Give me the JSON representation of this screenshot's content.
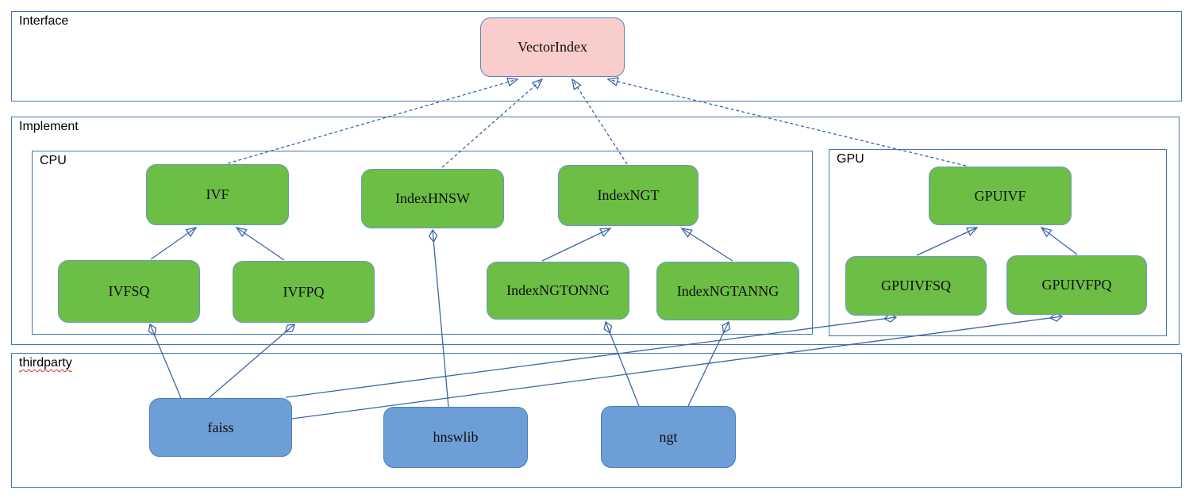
{
  "diagram": {
    "title_implied": "VectorIndex architecture diagram",
    "containers": {
      "interface": {
        "label": "Interface"
      },
      "implement": {
        "label": "Implement"
      },
      "cpu": {
        "label": "CPU"
      },
      "gpu": {
        "label": "GPU"
      },
      "thirdparty": {
        "label": "thirdparty",
        "spellcheck_underline": true
      }
    },
    "nodes": {
      "vectorindex": {
        "label": "VectorIndex",
        "kind": "interface",
        "fill": "#f8cdcb"
      },
      "ivf": {
        "label": "IVF",
        "kind": "class",
        "fill": "#6cbe45"
      },
      "indexhnsw": {
        "label": "IndexHNSW",
        "kind": "class",
        "fill": "#6cbe45"
      },
      "indexngt": {
        "label": "IndexNGT",
        "kind": "class",
        "fill": "#6cbe45"
      },
      "gpuivf": {
        "label": "GPUIVF",
        "kind": "class",
        "fill": "#6cbe45"
      },
      "ivfsq": {
        "label": "IVFSQ",
        "kind": "class",
        "fill": "#6cbe45"
      },
      "ivfpq": {
        "label": "IVFPQ",
        "kind": "class",
        "fill": "#6cbe45"
      },
      "indexngtonng": {
        "label": "IndexNGTONNG",
        "kind": "class",
        "fill": "#6cbe45"
      },
      "indexngtanng": {
        "label": "IndexNGTANNG",
        "kind": "class",
        "fill": "#6cbe45"
      },
      "gpuivfsq": {
        "label": "GPUIVFSQ",
        "kind": "class",
        "fill": "#6cbe45"
      },
      "gpuivfpq": {
        "label": "GPUIVFPQ",
        "kind": "class",
        "fill": "#6cbe45"
      },
      "faiss": {
        "label": "faiss",
        "kind": "library",
        "fill": "#6e9ed6"
      },
      "hnswlib": {
        "label": "hnswlib",
        "kind": "library",
        "fill": "#6e9ed6"
      },
      "ngt": {
        "label": "ngt",
        "kind": "library",
        "fill": "#6e9ed6"
      }
    },
    "edges": [
      {
        "from": "IVF",
        "to": "VectorIndex",
        "relation": "implements",
        "style": "dashed-hollow-arrow"
      },
      {
        "from": "IndexHNSW",
        "to": "VectorIndex",
        "relation": "implements",
        "style": "dashed-hollow-arrow"
      },
      {
        "from": "IndexNGT",
        "to": "VectorIndex",
        "relation": "implements",
        "style": "dashed-hollow-arrow"
      },
      {
        "from": "GPUIVF",
        "to": "VectorIndex",
        "relation": "implements",
        "style": "dashed-hollow-arrow"
      },
      {
        "from": "IVFSQ",
        "to": "IVF",
        "relation": "extends",
        "style": "solid-hollow-arrow"
      },
      {
        "from": "IVFPQ",
        "to": "IVF",
        "relation": "extends",
        "style": "solid-hollow-arrow"
      },
      {
        "from": "IndexNGTONNG",
        "to": "IndexNGT",
        "relation": "extends",
        "style": "solid-hollow-arrow"
      },
      {
        "from": "IndexNGTANNG",
        "to": "IndexNGT",
        "relation": "extends",
        "style": "solid-hollow-arrow"
      },
      {
        "from": "GPUIVFSQ",
        "to": "GPUIVF",
        "relation": "extends",
        "style": "solid-hollow-arrow"
      },
      {
        "from": "GPUIVFPQ",
        "to": "GPUIVF",
        "relation": "extends",
        "style": "solid-hollow-arrow"
      },
      {
        "from": "faiss",
        "to": "IVFSQ",
        "relation": "composition",
        "style": "solid-filled-diamond"
      },
      {
        "from": "faiss",
        "to": "IVFPQ",
        "relation": "composition",
        "style": "solid-filled-diamond"
      },
      {
        "from": "faiss",
        "to": "GPUIVFSQ",
        "relation": "composition",
        "style": "solid-filled-diamond"
      },
      {
        "from": "faiss",
        "to": "GPUIVFPQ",
        "relation": "composition",
        "style": "solid-filled-diamond"
      },
      {
        "from": "hnswlib",
        "to": "IndexHNSW",
        "relation": "composition",
        "style": "solid-filled-diamond"
      },
      {
        "from": "ngt",
        "to": "IndexNGTONNG",
        "relation": "composition",
        "style": "solid-filled-diamond"
      },
      {
        "from": "ngt",
        "to": "IndexNGTANNG",
        "relation": "composition",
        "style": "solid-filled-diamond"
      }
    ],
    "colors": {
      "interface_fill": "#f8cdcb",
      "class_fill": "#6cbe45",
      "library_fill": "#6e9ed6",
      "container_border": "#4577ac",
      "connector_line": "#3a66a8",
      "diamond_fill": "#2e5ca6",
      "spellcheck_red": "#df2a22"
    }
  }
}
